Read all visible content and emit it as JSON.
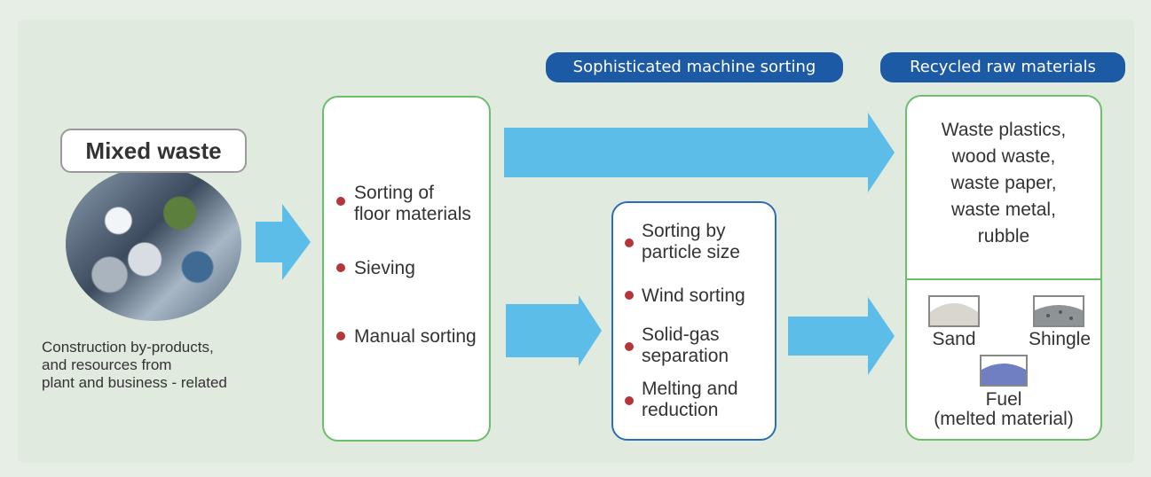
{
  "header": {
    "machine_sorting": "Sophisticated machine sorting",
    "recycled": "Recycled raw materials"
  },
  "input": {
    "title": "Mixed waste",
    "caption": [
      "Construction by-products,",
      "and resources from",
      "plant and business - related"
    ]
  },
  "manual_steps": [
    [
      "Sorting of",
      "floor materials"
    ],
    [
      "Sieving"
    ],
    [
      "Manual sorting"
    ]
  ],
  "machine_steps": [
    [
      "Sorting by",
      "particle size"
    ],
    [
      "Wind sorting"
    ],
    [
      "Solid-gas",
      "separation"
    ],
    [
      "Melting and",
      "reduction"
    ]
  ],
  "outputs": {
    "list": [
      "Waste plastics,",
      "wood waste,",
      "waste paper,",
      "waste metal,",
      "rubble"
    ],
    "sand": "Sand",
    "shingle": "Shingle",
    "fuel": "Fuel",
    "fuel_note": "(melted material)"
  },
  "colors": {
    "arrow": "#5dbde9",
    "pill": "#1d5aa6",
    "box_border_green": "#6bbf6a",
    "box_border_blue": "#2c6db3",
    "bullet": "#b3363b"
  }
}
